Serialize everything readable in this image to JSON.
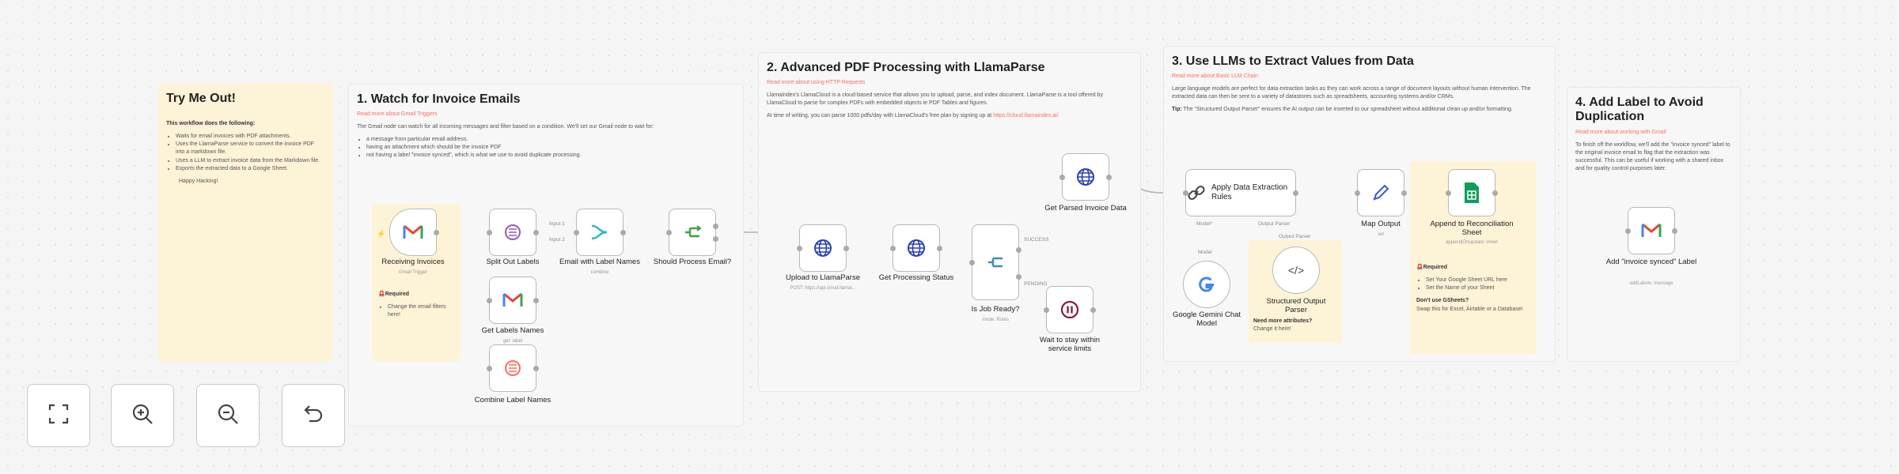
{
  "sticky_try": {
    "title": "Try Me Out!",
    "intro": "This workflow does the following:",
    "items": [
      "Waits for email invoices with PDF attachments.",
      "Uses the LlamaParse service to convert the invoice PDF into a markdown file.",
      "Uses a LLM to extract invoice data from the Markdown file.",
      "Exports the extracted data to a Google Sheet."
    ],
    "outro": "Happy Hacking!"
  },
  "sticky_watch": {
    "title": "1. Watch for Invoice Emails",
    "link": "Read more about Gmail Triggers",
    "body": "The Gmail node can watch for all incoming messages and filter based on a condition. We'll set our Gmail node to wait for:",
    "items": [
      "a message from particular email address.",
      "having an attachment which should be the invoice PDF",
      "not having a label \"invoice synced\", which is what we use to avoid duplicate processing."
    ]
  },
  "sticky_pdf": {
    "title": "2. Advanced PDF Processing with LlamaParse",
    "link": "Read more about using HTTP Requests",
    "body1": "LlamaIndex's LlamaCloud is a cloud-based service that allows you to upload, parse, and index document. LlamaParse is a tool offered by LlamaCloud to parse for complex PDFs with embedded objects ie PDF Tables and figures.",
    "body2_prefix": "At time of writing, you can parse 1000 pdfs/day with LlamaCloud's free plan by signing up at ",
    "body2_link": "https://cloud.llamaindex.ai/"
  },
  "sticky_llm": {
    "title": "3. Use LLMs to Extract Values from Data",
    "link": "Read more about Basic LLM Chain",
    "body1": "Large language models are perfect for data extraction tasks as they can work across a range of document layouts without human intervention. The extracted data can then be sent to a variety of datastores such as spreadsheets, accounting systems and/or CRMs.",
    "tip_label": "Tip:",
    "tip": " The \"Structured Output Parser\" ensures the AI output can be inserted to our spreadsheet without additional clean up and/or formatting."
  },
  "sticky_label": {
    "title": "4. Add Label to Avoid Duplication",
    "link": "Read more about working with Gmail",
    "body": "To finish off the workflow, we'll add the \"invoice synced\" label to the original invoice email to flag that the extraction was successful. This can be useful if working with a shared inbox and for quality control purposes later."
  },
  "sticky_required1": {
    "title": "🚨Required",
    "item": "Change the email filters here!"
  },
  "sticky_required2": {
    "title": "🚨Required",
    "items": [
      "Set Your Google Sheet URL here",
      "Set the Name of your Sheet"
    ],
    "q": "Don't use GSheets?",
    "a": "Swap this for Excel, Airtable or a Database!"
  },
  "nodes": {
    "receiving": {
      "label": "Receiving Invoices",
      "sub": "Gmail Trigger"
    },
    "split": {
      "label": "Split Out Labels"
    },
    "emailwith": {
      "label": "Email with Label Names",
      "sub": "combine"
    },
    "getlabels": {
      "label": "Get Labels Names",
      "sub": "get: label"
    },
    "combine": {
      "label": "Combine Label Names"
    },
    "shouldprocess": {
      "label": "Should Process Email?"
    },
    "upload": {
      "label": "Upload to LlamaParse",
      "sub": "POST: https://api.cloud.llamai..."
    },
    "getstatus": {
      "label": "Get Processing Status"
    },
    "isready": {
      "label": "Is Job Ready?",
      "sub": "mode: Rules"
    },
    "getparsed": {
      "label": "Get Parsed Invoice Data"
    },
    "wait": {
      "label": "Wait to stay within service limits"
    },
    "apply": {
      "label": "Apply Data Extraction Rules"
    },
    "gemini": {
      "label": "Google Gemini Chat Model"
    },
    "parser": {
      "label": "Structured Output Parser"
    },
    "mapoutput": {
      "label": "Map Output",
      "sub": "set"
    },
    "append": {
      "label": "Append to Reconciliation Sheet",
      "sub": "append|Or|update: sheet"
    },
    "addlabel": {
      "label": "Add \"invoice synced\" Label",
      "sub": "addLabels: message"
    }
  },
  "parser_note": {
    "q": "Need more attributes?",
    "a": "Change it here!"
  },
  "edge_labels": {
    "input1": "Input 1",
    "input2": "Input 2",
    "success": "SUCCESS",
    "pending": "PENDING",
    "model": "Model*",
    "output_parser": "Output Parser",
    "model2": "Model",
    "output_parser2": "Output Parser"
  },
  "icons": {
    "fit": "fit-view-icon",
    "zoomin": "zoom-in-icon",
    "zoomout": "zoom-out-icon",
    "undo": "undo-icon"
  },
  "colors": {
    "accent": "#ff6d5a",
    "sticky_yellow": "#fdf3d7",
    "http_blue": "#2a3fb8",
    "gmail_red": "#ea4335"
  }
}
